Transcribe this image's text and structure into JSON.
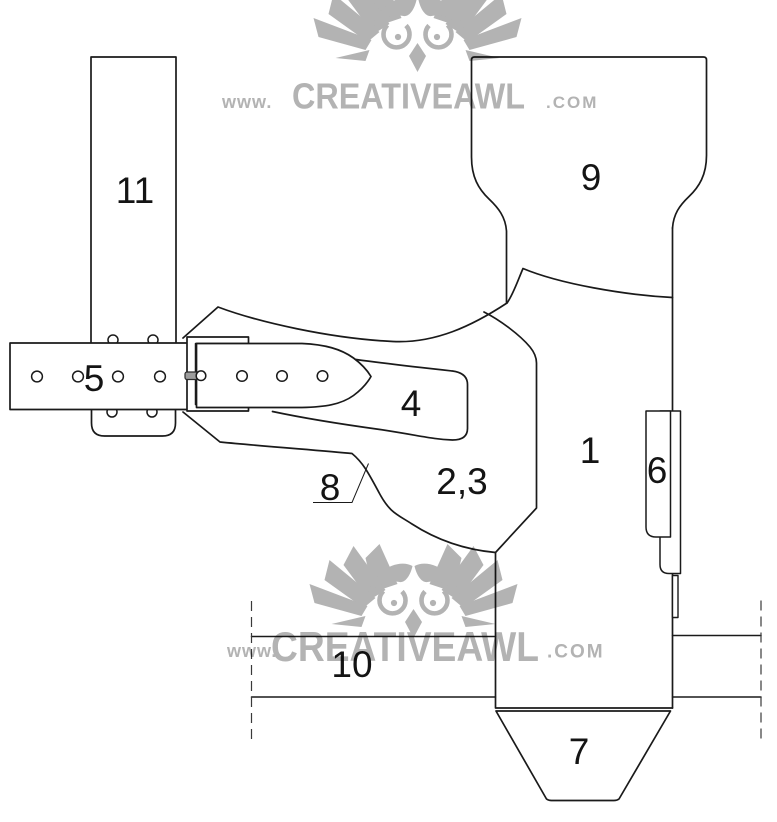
{
  "diagram": {
    "type": "leather-holster-pattern-template",
    "piece_labels": {
      "p1": "1",
      "p2_3": "2,3",
      "p4": "4",
      "p5": "5",
      "p6": "6",
      "p7": "7",
      "p8": "8",
      "p9": "9",
      "p10": "10",
      "p11": "11"
    }
  },
  "watermark": {
    "www": "www.",
    "brand": "CREATIVEAWL",
    "domain_suffix": ".COM",
    "color": "#b3b3b3"
  },
  "colors": {
    "background": "#ffffff",
    "outline": "#1a1a1a",
    "prong_fill": "#9c9c9c",
    "dashed_line": "#3a3a3a",
    "label": "#141414"
  }
}
